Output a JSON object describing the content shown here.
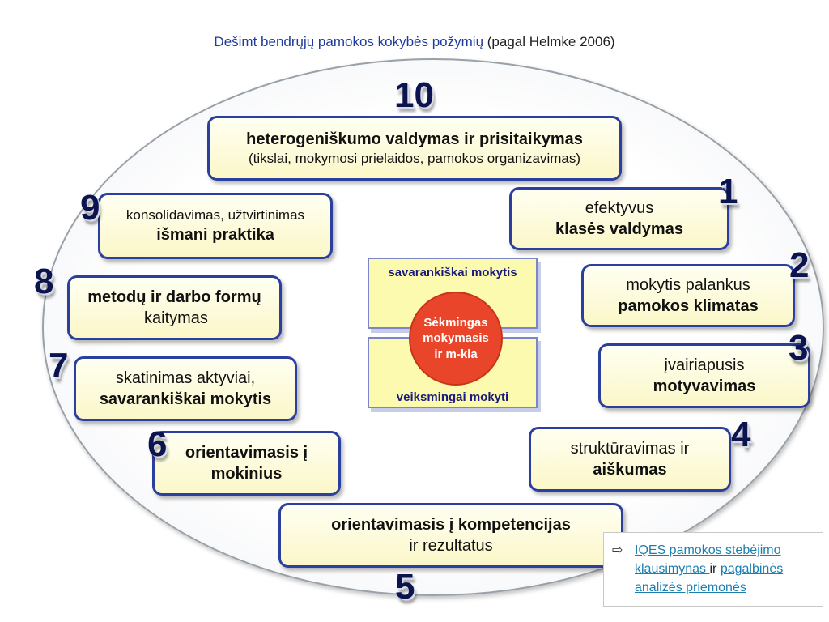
{
  "title": {
    "main": "Dešimt bendrųjų pamokos kokybės požymių",
    "paren": " (pagal Helmke 2006)"
  },
  "items": [
    {
      "num": "10",
      "bold": "heterogeniškumo  valdymas ir prisitaikymas",
      "normal": "(tikslai, mokymosi prielaidos, pamokos organizavimas)"
    },
    {
      "num": "1",
      "normal": "efektyvus",
      "bold": "klasės valdymas"
    },
    {
      "num": "2",
      "normal": "mokytis palankus",
      "bold": "pamokos klimatas"
    },
    {
      "num": "3",
      "normal": "įvairiapusis",
      "bold": "motyvavimas"
    },
    {
      "num": "4",
      "normal": "struktūravimas ir",
      "bold": "aiškumas"
    },
    {
      "num": "5",
      "bold": "orientavimasis į kompetencijas",
      "normal": "ir rezultatus"
    },
    {
      "num": "6",
      "bold": "orientavimasis į mokinius"
    },
    {
      "num": "7",
      "normal": "skatinimas aktyviai,",
      "bold": "savarankiškai mokytis"
    },
    {
      "num": "8",
      "bold": "metodų ir darbo formų",
      "normal": "kaitymas"
    },
    {
      "num": "9",
      "normal": "konsolidavimas, užtvirtinimas",
      "bold": "išmani praktika"
    }
  ],
  "center": {
    "top": "savarankiškai mokytis",
    "bottom": "veiksmingai mokyti",
    "circle": [
      "Sėkmingas",
      "mokymasis",
      "ir m-kla"
    ]
  },
  "links": {
    "arrow_icon": "arrow-right-icon",
    "link1": "IQES pamokos stebėjimo klausimynas ",
    "mid": "ir ",
    "link2": "pagalbinės analizės priemonės"
  },
  "colors": {
    "box_border": "#2b3f9e",
    "box_fill": "#fbf7c8",
    "number": "#0c1450",
    "circle": "#e8452b",
    "title": "#1f3a9e",
    "link": "#1a7fb0"
  }
}
